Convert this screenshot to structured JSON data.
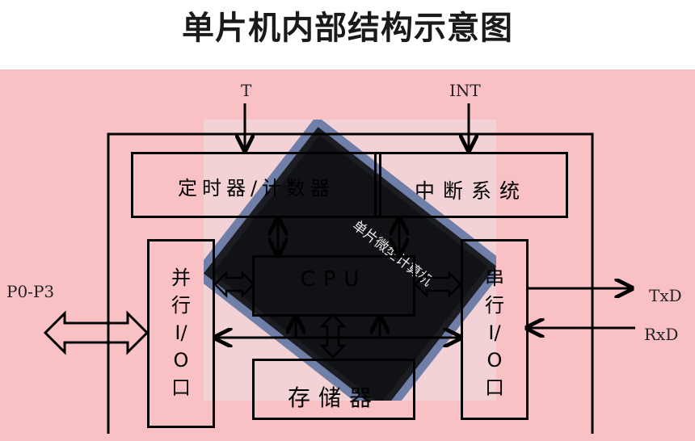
{
  "title": "单片机内部结构示意图",
  "chip_label": "单片微型计算机",
  "signals": {
    "t": "T",
    "int": "INT",
    "p0p3": "P0-P3",
    "txd": "TxD",
    "rxd": "RxD"
  },
  "blocks": {
    "timer": "定时器/计数器",
    "interrupt": "中断系统",
    "cpu": "CPU",
    "memory": "存储器",
    "parallel_io": [
      "并",
      "行",
      "I/",
      "O",
      "口"
    ],
    "serial_io": [
      "串",
      "行",
      "I/",
      "O",
      "口"
    ]
  }
}
